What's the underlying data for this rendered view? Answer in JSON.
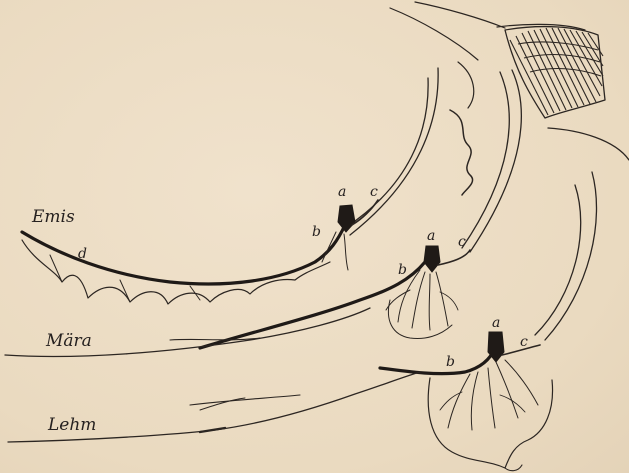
{
  "labels": {
    "rows": [
      "Emis",
      "Mära",
      "Lehm"
    ],
    "letters": {
      "emis": [
        "a",
        "b",
        "c",
        "d"
      ],
      "mara": [
        "a",
        "b",
        "c"
      ],
      "lehm": [
        "a",
        "b",
        "c"
      ]
    }
  },
  "colors": {
    "paper": "#ecdcc4",
    "ink": "#2c2622"
  }
}
